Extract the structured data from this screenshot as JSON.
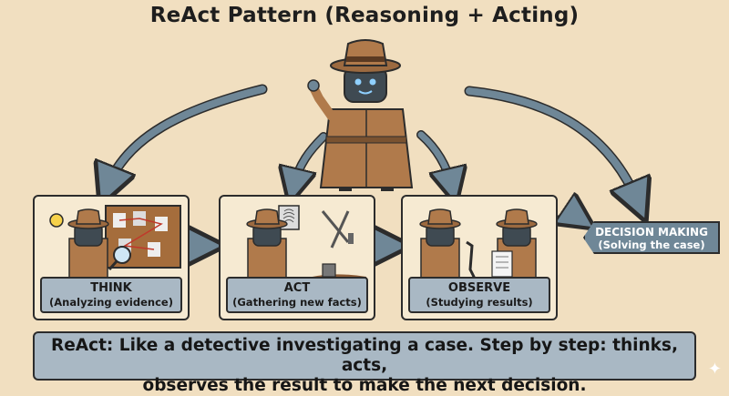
{
  "title": "ReAct Pattern (Reasoning + Acting)",
  "steps": [
    {
      "title": "THINK",
      "subtitle": "(Analyzing evidence)"
    },
    {
      "title": "ACT",
      "subtitle": "(Gathering new facts)"
    },
    {
      "title": "OBSERVE",
      "subtitle": "(Studying results)"
    }
  ],
  "decision": {
    "title": "DECISION MAKING",
    "subtitle": "(Solving the case)"
  },
  "summary": {
    "line1": "ReAct: Like a detective investigating a case. Step by step: thinks, acts,",
    "line2": "observes the result to make the next decision."
  },
  "colors": {
    "background": "#f1dfc0",
    "caption_box": "#a9b8c4",
    "decision_box": "#6f8797",
    "arrow": "#6f8797",
    "detective_coat": "#b07a4b",
    "robot_face": "#3f4a52"
  },
  "icons": {
    "center": "detective-robot-icon",
    "think": "detective-magnifier-evidence-board-icon",
    "act": "detective-tools-fingerprint-icon",
    "observe": "detectives-microscope-notes-icon",
    "corner": "sparkle-icon"
  }
}
